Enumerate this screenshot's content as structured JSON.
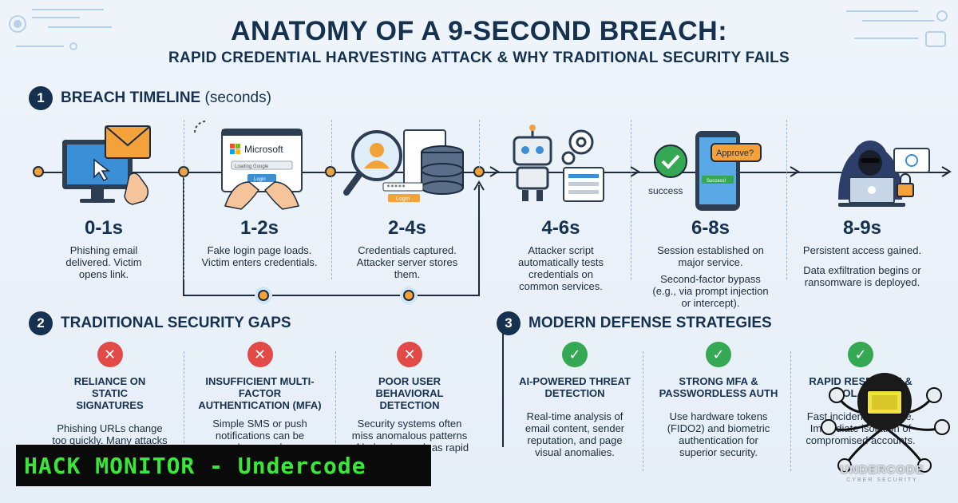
{
  "header": {
    "title": "ANATOMY OF A 9-SECOND BREACH:",
    "subtitle": "RAPID CREDENTIAL HARVESTING ATTACK & WHY TRADITIONAL SECURITY FAILS"
  },
  "sections": {
    "timeline": {
      "number": "1",
      "title": "BREACH TIMELINE",
      "suffix": "(seconds)"
    },
    "gaps": {
      "number": "2",
      "title": "TRADITIONAL SECURITY GAPS"
    },
    "defense": {
      "number": "3",
      "title": "MODERN DEFENSE STRATEGIES"
    }
  },
  "timeline": {
    "stages": [
      {
        "time": "0-1s",
        "desc": "Phishing email delivered. Victim opens link."
      },
      {
        "time": "1-2s",
        "desc": "Fake login page loads. Victim enters credentials."
      },
      {
        "time": "2-4s",
        "desc": "Credentials captured. Attacker server stores them."
      },
      {
        "time": "4-6s",
        "desc": "Attacker script automatically tests credentials on common services."
      },
      {
        "time": "6-8s",
        "desc": "Session established on major service.",
        "desc2": "Second-factor bypass (e.g., via prompt injection or intercept)."
      },
      {
        "time": "8-9s",
        "desc": "Persistent access gained.",
        "desc2": "Data exfiltration begins or ransomware is deployed."
      }
    ],
    "icon_labels": {
      "microsoft": "Microsoft",
      "loading": "Loading Google",
      "login_button": "Login",
      "login_btn2": "Login",
      "approve": "Approve?",
      "success": "success",
      "phone_success": "Success!"
    }
  },
  "gaps": [
    {
      "title": "RELIANCE ON STATIC SIGNATURES",
      "desc": "Phishing URLs change too quickly. Many attacks use"
    },
    {
      "title": "INSUFFICIENT MULTI-FACTOR AUTHENTICATION (MFA)",
      "desc": "Simple SMS or push notifications can be bypassed"
    },
    {
      "title": "POOR USER BEHAVIORAL DETECTION",
      "desc": "Security systems often miss anomalous patterns of behavior, such as rapid bursts."
    }
  ],
  "defense": [
    {
      "title": "AI-POWERED THREAT DETECTION",
      "desc": "Real-time analysis of email content, sender reputation, and page visual anomalies."
    },
    {
      "title": "STRONG MFA & PASSWORDLESS AUTH",
      "desc": "Use hardware tokens (FIDO2) and biometric authentication for superior security."
    },
    {
      "title": "RAPID RESPONSE & ISOLATION",
      "desc": "Fast incident response. Immediate isolation of compromised accounts."
    }
  ],
  "branding": {
    "banner": "HACK MONITOR - Undercode",
    "logo": "UNDERCODE",
    "logo_sub": "CYBER SECURITY"
  },
  "colors": {
    "navy": "#16314f",
    "node": "#f3a23a",
    "danger": "#e24a48",
    "success": "#34a853",
    "banner_text": "#39e639"
  }
}
